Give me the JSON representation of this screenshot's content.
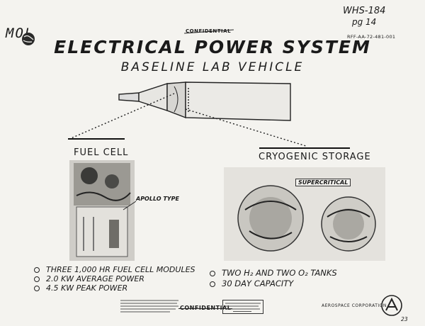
{
  "header": {
    "logo": "MOL",
    "handwritten_id": "WHS-184",
    "handwritten_page": "pg 14",
    "reference_code": "RFF-AA-72-481-001",
    "classification_top": "CONFIDENTIAL",
    "title": "ELECTRICAL POWER SYSTEM",
    "subtitle": "BASELINE LAB VEHICLE"
  },
  "fuel_cell": {
    "heading": "FUEL CELL",
    "callout": "APOLLO TYPE",
    "bullets": [
      "THREE 1,000 HR FUEL CELL MODULES",
      "2.0 KW AVERAGE POWER",
      "4.5 KW PEAK POWER"
    ]
  },
  "cryogenic_storage": {
    "heading": "CRYOGENIC STORAGE",
    "callout": "SUPERCRITICAL",
    "bullets": [
      "TWO H₂ AND TWO O₂ TANKS",
      "30 DAY CAPACITY"
    ]
  },
  "footer": {
    "classification_bottom": "CONFIDENTIAL",
    "company": "AEROSPACE CORPORATION",
    "page_mark": "23"
  },
  "colors": {
    "ink": "#1a1a1a",
    "paper": "#f4f3ef"
  },
  "icons": [
    "globe-icon",
    "aerospace-logo-icon"
  ]
}
